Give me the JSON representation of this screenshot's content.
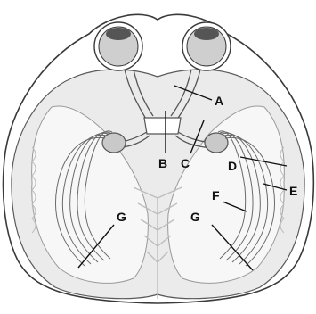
{
  "diagram": {
    "labels": {
      "a": "A",
      "b": "B",
      "c": "C",
      "d": "D",
      "e": "E",
      "f": "F",
      "g_left": "G",
      "g_right": "G"
    },
    "colors": {
      "background": "#ffffff",
      "outline": "#3a3a3a",
      "brain_outer": "#ebebeb",
      "brain_fill": "#f7f7f7",
      "eyeball": "#cfcfcf",
      "pupil": "#555555",
      "lateral_geniculate": "#c9c9c9"
    }
  }
}
